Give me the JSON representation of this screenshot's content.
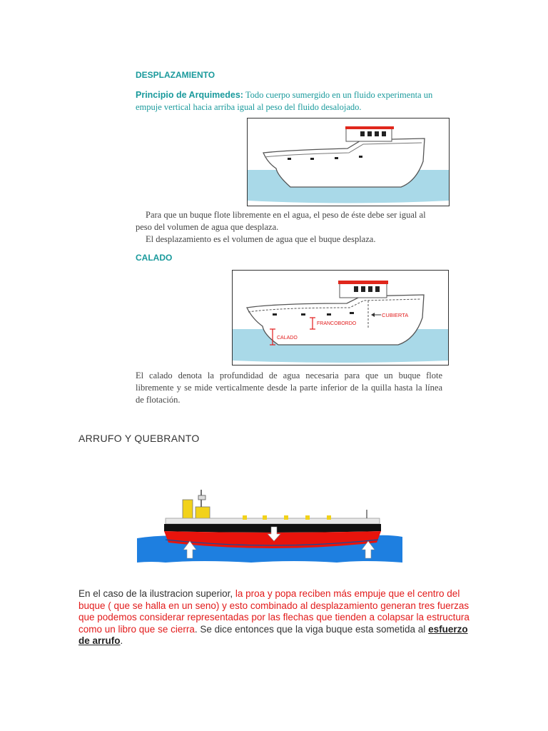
{
  "desplazamiento": {
    "heading": "DESPLAZAMIENTO",
    "principle_label": "Principio de Arquimedes:",
    "principle_line1": " Todo cuerpo sumergido en un fluido experimenta un",
    "principle_line2": "empuje vertical hacia arriba igual al peso del fluido desalojado.",
    "para_line1": "Para que un buque flote libremente en el agua, el peso de éste debe ser igual al",
    "para_line2": "peso del volumen de agua que desplaza.",
    "para_line3": "El desplazamiento es el volumen de agua que el buque desplaza."
  },
  "calado": {
    "heading": "CALADO",
    "label_cubierta": "CUBIERTA",
    "label_francobordo": "FRANCOBORDO",
    "label_calado": "CALADO",
    "para_line1": "El calado denota la profundidad de agua necesaria para que un buque flote",
    "para_line2": "libremente y se mide verticalmente desde la parte inferior de la quilla hasta la línea",
    "para_line3": "de flotación."
  },
  "arrufo": {
    "heading": "ARRUFO Y QUEBRANTO",
    "text_intro": "En el caso de la ilustracion superior, ",
    "text_red": "la proa y popa reciben más empuje que el centro del buque ( que se halla en un seno) y esto combinado al desplazamiento generan tres fuerzas que podemos considerar representadas por las flechas que tienden a colapsar la estructura como un libro que se cierra",
    "text_after": ". Se dice entonces que la viga buque esta sometida al ",
    "text_bold": "esfuerzo de arrufo",
    "text_end": "."
  },
  "colors": {
    "teal": "#1a9a9c",
    "water": "#a9d9e8",
    "deep_water": "#1e7fe0",
    "hull_red": "#e8140c",
    "hull_black": "#111111",
    "superstructure_yellow": "#f2d21a",
    "roof_red": "#e0271c"
  }
}
